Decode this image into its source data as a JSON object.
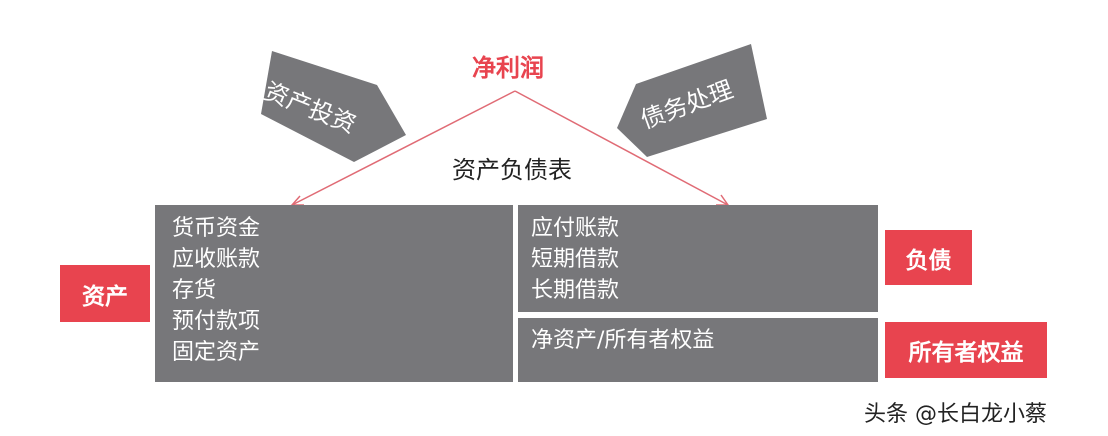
{
  "title_top": "净利润",
  "left_arrow_label": "资产投资",
  "right_arrow_label": "债务处理",
  "center_label": "资产负债表",
  "assets": {
    "tag": "资产",
    "items": [
      "货币资金",
      "应收账款",
      "存货",
      "预付款项",
      "固定资产"
    ]
  },
  "liabilities": {
    "tag": "负债",
    "items": [
      "应付账款",
      "短期借款",
      "长期借款"
    ]
  },
  "equity": {
    "tag": "所有者权益",
    "item": "净资产/所有者权益"
  },
  "watermark": "头条 @长白龙小蔡",
  "colors": {
    "red": "#e8444f",
    "gray": "#77777a"
  }
}
